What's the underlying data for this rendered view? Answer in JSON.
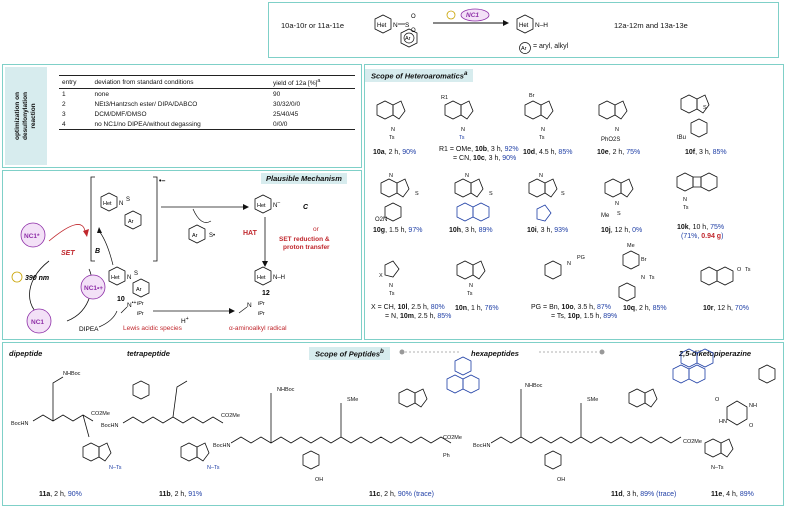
{
  "top": {
    "reactant": "10a-10r or 11a-11e",
    "product": "12a-12m and 13a-13e",
    "ar_def": "= aryl, alkyl",
    "catalyst": "NC1",
    "het": "Het",
    "ar": "Ar"
  },
  "optimization": {
    "side_label": [
      "optimization on",
      "desulfonylation",
      "reaction"
    ],
    "headers": [
      "entry",
      "deviation from standard conditions",
      "yield of 12a [%]"
    ],
    "header_sup": "a",
    "rows": [
      {
        "entry": "1",
        "deviation": "none",
        "yield": "90"
      },
      {
        "entry": "2",
        "deviation": "NEt3/Hantzsch ester/ DIPA/DABCO",
        "yield": "30/32/0/0"
      },
      {
        "entry": "3",
        "deviation": "DCM/DMF/DMSO",
        "yield": "25/40/45"
      },
      {
        "entry": "4",
        "deviation": "no NC1/no DIPEA/without degassing",
        "yield": "0/0/0"
      }
    ]
  },
  "mechanism": {
    "title": "Plausible Mechanism",
    "set": "SET",
    "wavelength": "390 nm",
    "nc1": "NC1",
    "nc1_star": "NC1*",
    "nc1_rad": "NC1•+",
    "b_label": "B",
    "c_label": "C",
    "compound10": "10",
    "compound12": "12",
    "hat": "HAT",
    "or": "or",
    "set_red": [
      "SET reduction &",
      "proton transfer"
    ],
    "dipea": "DIPEA",
    "h_plus": "H+",
    "lewis": "Lewis acidic species",
    "aminoalkyl": "α-aminoalkyl radical",
    "ipr": "iPr",
    "het_n": "Het N",
    "het_nh": "Het N–H"
  },
  "hetero": {
    "title": "Scope of Heteroaromatics",
    "title_sup": "a",
    "items": [
      {
        "id": "10a",
        "cond": ", 2 h, ",
        "yield": "90%",
        "sub": "Ts"
      },
      {
        "id": "10b",
        "cond": "",
        "yield": "",
        "sub": "Ts"
      },
      {
        "id": "10d",
        "cond": ", 4.5 h, ",
        "yield": "85%",
        "sub": "Ts"
      },
      {
        "id": "10e",
        "cond": ", 2 h, ",
        "yield": "75%",
        "sub": "PhO2S"
      },
      {
        "id": "10f",
        "cond": ", 3 h, ",
        "yield": "85%",
        "sub": "tBu"
      },
      {
        "id": "10g",
        "cond": ", 1.5 h, ",
        "yield": "97%",
        "sub": "O2N"
      },
      {
        "id": "10h",
        "cond": ", 3 h, ",
        "yield": "89%",
        "sub": ""
      },
      {
        "id": "10i",
        "cond": ", 3 h, ",
        "yield": "93%",
        "sub": ""
      },
      {
        "id": "10j",
        "cond": ", 12 h, ",
        "yield": "0%",
        "sub": "Me"
      },
      {
        "id": "10k",
        "cond": ", 10 h, ",
        "yield": "75%",
        "sub": "Ts"
      },
      {
        "id": "10n",
        "cond": ", 1 h, ",
        "yield": "76%",
        "sub": "Ts"
      },
      {
        "id": "10q",
        "cond": ", 2 h, ",
        "yield": "85%",
        "sub": "Ts"
      },
      {
        "id": "10r",
        "cond": ", 12 h, ",
        "yield": "70%",
        "sub": "Ts"
      }
    ],
    "b_line1": "R1 = OMe, ",
    "b_line1_id": "10b",
    "b_line1_cond": ", 3 h, ",
    "b_line1_yield": "92%",
    "b_line2": "= CN, ",
    "b_line2_id": "10c",
    "b_line2_cond": ", 3 h, ",
    "b_line2_yield": "90%",
    "k_extra": "(71%, ",
    "k_gram": "0.94 g",
    "k_close": ")",
    "l_line1": "X = CH, ",
    "l_line1_id": "10l",
    "l_line1_cond": ", 2.5 h, ",
    "l_line1_yield": "80%",
    "l_line2": "= N, ",
    "l_line2_id": "10m",
    "l_line2_cond": ", 2.5 h, ",
    "l_line2_yield": "85%",
    "o_line1": "PG = Bn, ",
    "o_line1_id": "10o",
    "o_line1_cond": ", 3.5 h, ",
    "o_line1_yield": "87%",
    "o_line2": "= Ts, ",
    "o_line2_id": "10p",
    "o_line2_cond": ", 1.5 h, ",
    "o_line2_yield": "89%",
    "r1": "R1",
    "br": "Br",
    "me": "Me",
    "pg": "PG",
    "ts": "Ts",
    "x": "X"
  },
  "peptides": {
    "title": "Scope of Peptides",
    "title_sup": "b",
    "categories": [
      "dipeptide",
      "tetrapeptide",
      "hexapeptides",
      "2,5-diketopiperazine"
    ],
    "items": [
      {
        "id": "11a",
        "cond": ", 2 h, ",
        "yield": "90%",
        "extra": ""
      },
      {
        "id": "11b",
        "cond": ", 2 h, ",
        "yield": "91%",
        "extra": ""
      },
      {
        "id": "11c",
        "cond": ", 2 h, ",
        "yield": "90%",
        "extra": " (trace)"
      },
      {
        "id": "11d",
        "cond": ", 3 h, ",
        "yield": "89%",
        "extra": " (trace)"
      },
      {
        "id": "11e",
        "cond": ", 4 h, ",
        "yield": "89%",
        "extra": ""
      }
    ],
    "nhboc": "NHBoc",
    "bochn": "BocHN",
    "co2me": "CO2Me",
    "sme": "SMe",
    "ph": "Ph",
    "oh": "OH",
    "nts": "N–Ts",
    "hn": "HN",
    "nh": "NH",
    "o": "O"
  },
  "colors": {
    "border": "#7fd0c8",
    "blue": "#1f3fa6",
    "red": "#c0272d",
    "purple": "#8e2fa8",
    "header_bg": "#d7ecee"
  }
}
